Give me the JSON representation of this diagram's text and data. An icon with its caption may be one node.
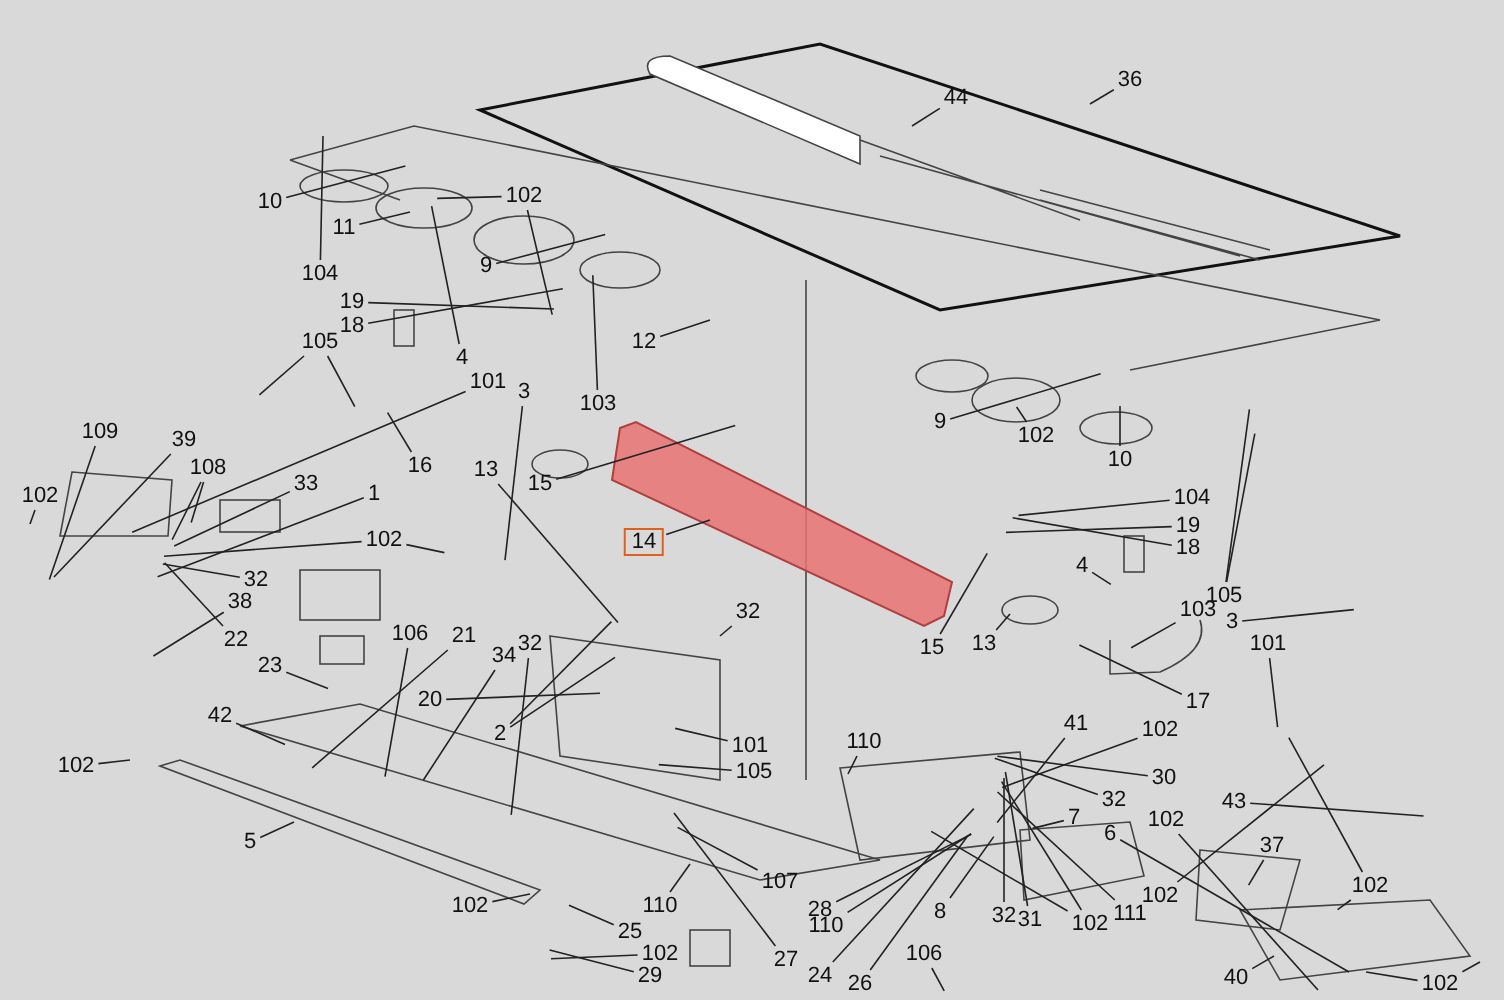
{
  "diagram": {
    "nodes": [
      {
        "text": [
          "36"
        ]
      },
      {
        "text": [
          "44"
        ]
      },
      {
        "text": [
          "10"
        ]
      },
      {
        "text": [
          "11"
        ]
      },
      {
        "text": [
          "102"
        ]
      },
      {
        "text": [
          "9"
        ]
      },
      {
        "text": [
          "104"
        ]
      },
      {
        "text": [
          "19"
        ]
      },
      {
        "text": [
          "18"
        ]
      },
      {
        "text": [
          "105"
        ]
      },
      {
        "text": [
          "4"
        ]
      },
      {
        "text": [
          "101"
        ]
      },
      {
        "text": [
          "3"
        ]
      },
      {
        "text": [
          "103"
        ]
      },
      {
        "text": [
          "109"
        ]
      },
      {
        "text": [
          "39"
        ]
      },
      {
        "text": [
          "16"
        ]
      },
      {
        "text": [
          "12"
        ]
      },
      {
        "text": [
          "108"
        ]
      },
      {
        "text": [
          "33"
        ]
      },
      {
        "text": [
          "13"
        ]
      },
      {
        "text": [
          "15"
        ]
      },
      {
        "text": [
          "1"
        ]
      },
      {
        "text": [
          "102"
        ]
      },
      {
        "text": [
          "9"
        ]
      },
      {
        "text": [
          "102"
        ]
      },
      {
        "text": [
          "10"
        ]
      },
      {
        "text": [
          "14"
        ]
      },
      {
        "text": [],
        "shape": "picture"
      },
      {
        "text": [
          "104"
        ]
      },
      {
        "text": [
          "19"
        ]
      },
      {
        "text": [
          "18"
        ]
      },
      {
        "text": [
          "4"
        ]
      },
      {
        "text": [
          "105"
        ]
      },
      {
        "text": [
          "15"
        ]
      },
      {
        "text": [
          "13"
        ]
      },
      {
        "text": [
          "103"
        ]
      },
      {
        "text": [
          "3"
        ]
      },
      {
        "text": [
          "101"
        ]
      },
      {
        "text": [
          "17"
        ]
      },
      {
        "text": [
          "102"
        ]
      },
      {
        "text": [
          "32"
        ]
      },
      {
        "text": [
          "38"
        ]
      },
      {
        "text": [
          "32"
        ]
      },
      {
        "text": [
          "22"
        ]
      },
      {
        "text": [
          "106"
        ]
      },
      {
        "text": [
          "21"
        ]
      },
      {
        "text": [
          "23"
        ]
      },
      {
        "text": [
          "34"
        ]
      },
      {
        "text": [
          "32"
        ]
      },
      {
        "text": [
          "20"
        ]
      },
      {
        "text": [
          "2"
        ]
      },
      {
        "text": [
          "42"
        ]
      },
      {
        "text": [
          "102"
        ]
      },
      {
        "text": [
          "101"
        ]
      },
      {
        "text": [
          "105"
        ]
      },
      {
        "text": [
          "5"
        ]
      },
      {
        "text": [
          "102"
        ]
      },
      {
        "text": [
          "110"
        ]
      },
      {
        "text": [
          "41"
        ]
      },
      {
        "text": [
          "102"
        ]
      },
      {
        "text": [
          "30"
        ]
      },
      {
        "text": [
          "32"
        ]
      },
      {
        "text": [
          "43"
        ]
      },
      {
        "text": [
          "7"
        ]
      },
      {
        "text": [
          "102"
        ]
      },
      {
        "text": [
          "6"
        ]
      },
      {
        "text": [
          "37"
        ]
      },
      {
        "text": [
          "102"
        ]
      },
      {
        "text": [
          "102"
        ]
      },
      {
        "text": [
          "111"
        ]
      },
      {
        "text": [
          "102"
        ]
      },
      {
        "text": [
          "8"
        ]
      },
      {
        "text": [
          "32"
        ]
      },
      {
        "text": [
          "31"
        ]
      },
      {
        "text": [
          "107"
        ]
      },
      {
        "text": [
          "110"
        ]
      },
      {
        "text": [
          "25"
        ]
      },
      {
        "text": [
          "102"
        ]
      },
      {
        "text": [
          "28"
        ]
      },
      {
        "text": [
          "110"
        ]
      },
      {
        "text": [
          "29"
        ]
      },
      {
        "text": [
          "27"
        ]
      },
      {
        "text": [
          "24"
        ]
      },
      {
        "text": [
          "26"
        ]
      },
      {
        "text": [
          "106"
        ]
      },
      {
        "text": [
          "40"
        ]
      },
      {
        "text": [
          "102"
        ]
      }
    ],
    "edges": [
      {
        "from": 0,
        "to": null,
        "arrow": "none"
      },
      {
        "from": 1,
        "to": null,
        "arrow": "none"
      },
      {
        "from": 2,
        "to": null,
        "arrow": "none"
      },
      {
        "from": 3,
        "to": null,
        "arrow": "none"
      },
      {
        "from": 4,
        "to": null,
        "arrow": "none"
      },
      {
        "from": 4,
        "to": null,
        "arrow": "none"
      },
      {
        "from": 5,
        "to": null,
        "arrow": "none"
      },
      {
        "from": 6,
        "to": null,
        "arrow": "none"
      },
      {
        "from": 7,
        "to": null,
        "arrow": "none"
      },
      {
        "from": 8,
        "to": null,
        "arrow": "none"
      },
      {
        "from": 9,
        "to": null,
        "arrow": "none"
      },
      {
        "from": 9,
        "to": null,
        "arrow": "none"
      },
      {
        "from": 10,
        "to": null,
        "arrow": "none"
      },
      {
        "from": 11,
        "to": null,
        "arrow": "none"
      },
      {
        "from": 12,
        "to": null,
        "arrow": "none"
      },
      {
        "from": 13,
        "to": null,
        "arrow": "none"
      },
      {
        "from": 14,
        "to": null,
        "arrow": "none"
      },
      {
        "from": 15,
        "to": null,
        "arrow": "none"
      },
      {
        "from": 16,
        "to": null,
        "arrow": "none"
      },
      {
        "from": 17,
        "to": null,
        "arrow": "none"
      },
      {
        "from": 18,
        "to": null,
        "arrow": "none"
      },
      {
        "from": 18,
        "to": null,
        "arrow": "none"
      },
      {
        "from": 19,
        "to": null,
        "arrow": "none"
      },
      {
        "from": 20,
        "to": null,
        "arrow": "none"
      },
      {
        "from": 21,
        "to": null,
        "arrow": "none"
      },
      {
        "from": 22,
        "to": null,
        "arrow": "none"
      },
      {
        "from": 23,
        "to": null,
        "arrow": "none"
      },
      {
        "from": 24,
        "to": null,
        "arrow": "none"
      },
      {
        "from": 25,
        "to": null,
        "arrow": "none"
      },
      {
        "from": 26,
        "to": null,
        "arrow": "none"
      },
      {
        "from": 27,
        "to": 28,
        "arrow": "none"
      },
      {
        "from": 29,
        "to": null,
        "arrow": "none"
      },
      {
        "from": 30,
        "to": null,
        "arrow": "none"
      },
      {
        "from": 31,
        "to": null,
        "arrow": "none"
      },
      {
        "from": 32,
        "to": null,
        "arrow": "none"
      },
      {
        "from": 33,
        "to": null,
        "arrow": "none"
      },
      {
        "from": 33,
        "to": null,
        "arrow": "none"
      },
      {
        "from": 34,
        "to": null,
        "arrow": "none"
      },
      {
        "from": 35,
        "to": null,
        "arrow": "none"
      },
      {
        "from": 36,
        "to": null,
        "arrow": "none"
      },
      {
        "from": 37,
        "to": null,
        "arrow": "none"
      },
      {
        "from": 38,
        "to": null,
        "arrow": "none"
      },
      {
        "from": 39,
        "to": null,
        "arrow": "none"
      },
      {
        "from": 40,
        "to": null,
        "arrow": "none"
      },
      {
        "from": 40,
        "to": null,
        "arrow": "none"
      },
      {
        "from": 41,
        "to": null,
        "arrow": "none"
      },
      {
        "from": 42,
        "to": null,
        "arrow": "none"
      },
      {
        "from": 43,
        "to": null,
        "arrow": "none"
      },
      {
        "from": 44,
        "to": null,
        "arrow": "none"
      },
      {
        "from": 45,
        "to": null,
        "arrow": "none"
      },
      {
        "from": 46,
        "to": null,
        "arrow": "none"
      },
      {
        "from": 47,
        "to": null,
        "arrow": "none"
      },
      {
        "from": 48,
        "to": null,
        "arrow": "none"
      },
      {
        "from": 49,
        "to": null,
        "arrow": "none"
      },
      {
        "from": 50,
        "to": null,
        "arrow": "none"
      },
      {
        "from": 51,
        "to": null,
        "arrow": "none"
      },
      {
        "from": 51,
        "to": null,
        "arrow": "none"
      },
      {
        "from": 52,
        "to": null,
        "arrow": "none"
      },
      {
        "from": 53,
        "to": null,
        "arrow": "none"
      },
      {
        "from": 54,
        "to": null,
        "arrow": "none"
      },
      {
        "from": 55,
        "to": null,
        "arrow": "none"
      },
      {
        "from": 56,
        "to": null,
        "arrow": "none"
      },
      {
        "from": 57,
        "to": null,
        "arrow": "none"
      },
      {
        "from": 58,
        "to": null,
        "arrow": "none"
      },
      {
        "from": 59,
        "to": null,
        "arrow": "none"
      },
      {
        "from": 60,
        "to": null,
        "arrow": "none"
      },
      {
        "from": 61,
        "to": null,
        "arrow": "none"
      },
      {
        "from": 62,
        "to": null,
        "arrow": "none"
      },
      {
        "from": 63,
        "to": null,
        "arrow": "none"
      },
      {
        "from": 64,
        "to": null,
        "arrow": "none"
      },
      {
        "from": 65,
        "to": null,
        "arrow": "none"
      },
      {
        "from": 66,
        "to": null,
        "arrow": "none"
      },
      {
        "from": 67,
        "to": null,
        "arrow": "none"
      },
      {
        "from": 68,
        "to": null,
        "arrow": "none"
      },
      {
        "from": 68,
        "to": null,
        "arrow": "none"
      },
      {
        "from": 69,
        "to": null,
        "arrow": "none"
      },
      {
        "from": 70,
        "to": null,
        "arrow": "none"
      },
      {
        "from": 71,
        "to": null,
        "arrow": "none"
      },
      {
        "from": 71,
        "to": null,
        "arrow": "none"
      },
      {
        "from": 72,
        "to": null,
        "arrow": "none"
      },
      {
        "from": 73,
        "to": null,
        "arrow": "none"
      },
      {
        "from": 74,
        "to": null,
        "arrow": "none"
      },
      {
        "from": 75,
        "to": null,
        "arrow": "none"
      },
      {
        "from": 76,
        "to": null,
        "arrow": "none"
      },
      {
        "from": 77,
        "to": null,
        "arrow": "none"
      },
      {
        "from": 78,
        "to": null,
        "arrow": "none"
      },
      {
        "from": 79,
        "to": null,
        "arrow": "none"
      },
      {
        "from": 80,
        "to": null,
        "arrow": "none"
      },
      {
        "from": 81,
        "to": null,
        "arrow": "none"
      },
      {
        "from": 82,
        "to": null,
        "arrow": "none"
      },
      {
        "from": 83,
        "to": null,
        "arrow": "none"
      },
      {
        "from": 84,
        "to": null,
        "arrow": "none"
      },
      {
        "from": 85,
        "to": null,
        "arrow": "none"
      },
      {
        "from": 86,
        "to": null,
        "arrow": "none"
      },
      {
        "from": 87,
        "to": null,
        "arrow": "none"
      },
      {
        "from": 87,
        "to": null,
        "arrow": "none"
      }
    ]
  }
}
